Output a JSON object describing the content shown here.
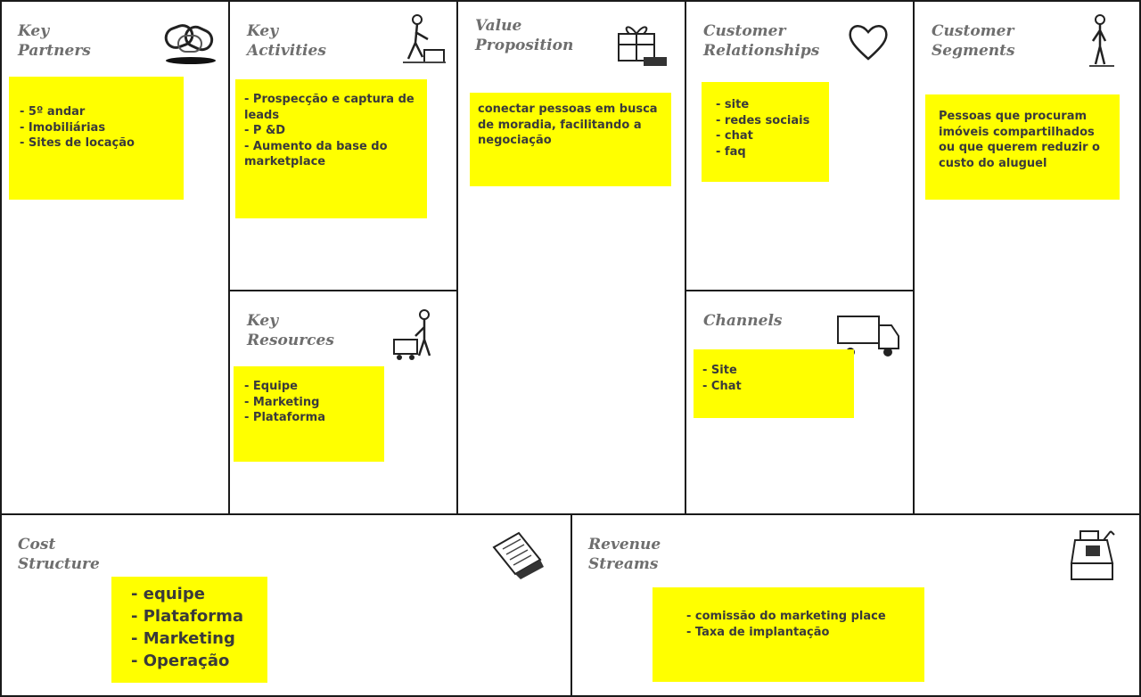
{
  "canvas": {
    "key_partners": {
      "title": [
        "Key",
        "Partners"
      ],
      "notes": [
        "- 5º andar",
        "- Imobiliárias",
        "- Sites de locação"
      ]
    },
    "key_activities": {
      "title": [
        "Key",
        "Activities"
      ],
      "notes": [
        "- Prospecção e captura de leads",
        "- P &D",
        "- Aumento da base do marketplace"
      ]
    },
    "key_resources": {
      "title": [
        "Key",
        "Resources"
      ],
      "notes": [
        "- Equipe",
        "- Marketing",
        "- Plataforma"
      ]
    },
    "value_proposition": {
      "title": [
        "Value",
        "Proposition"
      ],
      "notes": [
        "conectar pessoas em busca de moradia, facilitando a negociação"
      ]
    },
    "customer_relationships": {
      "title": [
        "Customer",
        "Relationships"
      ],
      "notes": [
        "- site",
        "- redes sociais",
        "- chat",
        "- faq"
      ]
    },
    "channels": {
      "title": [
        "Channels"
      ],
      "notes": [
        "- Site",
        "- Chat"
      ]
    },
    "customer_segments": {
      "title": [
        "Customer",
        "Segments"
      ],
      "notes": [
        "Pessoas que procuram imóveis compartilhados ou que querem reduzir o custo do aluguel"
      ]
    },
    "cost_structure": {
      "title": [
        "Cost",
        "Structure"
      ],
      "notes": [
        "- equipe",
        "- Plataforma",
        "- Marketing",
        "- Operação"
      ]
    },
    "revenue_streams": {
      "title": [
        "Revenue",
        "Streams"
      ],
      "notes": [
        "- comissão do marketing place",
        "- Taxa de implantação"
      ]
    }
  },
  "icons": {
    "key_partners": "chain-links-icon",
    "key_activities": "worker-icon",
    "key_resources": "worker-with-cart-icon",
    "value_proposition": "gift-box-icon",
    "customer_relationships": "heart-icon",
    "channels": "truck-icon",
    "customer_segments": "person-icon",
    "cost_structure": "receipt-icon",
    "revenue_streams": "cash-register-icon"
  },
  "colors": {
    "sticky_note": "#ffff00",
    "border": "#1a1a1a",
    "title_text": "#6e6e6e",
    "note_text": "#3a3a3a"
  }
}
